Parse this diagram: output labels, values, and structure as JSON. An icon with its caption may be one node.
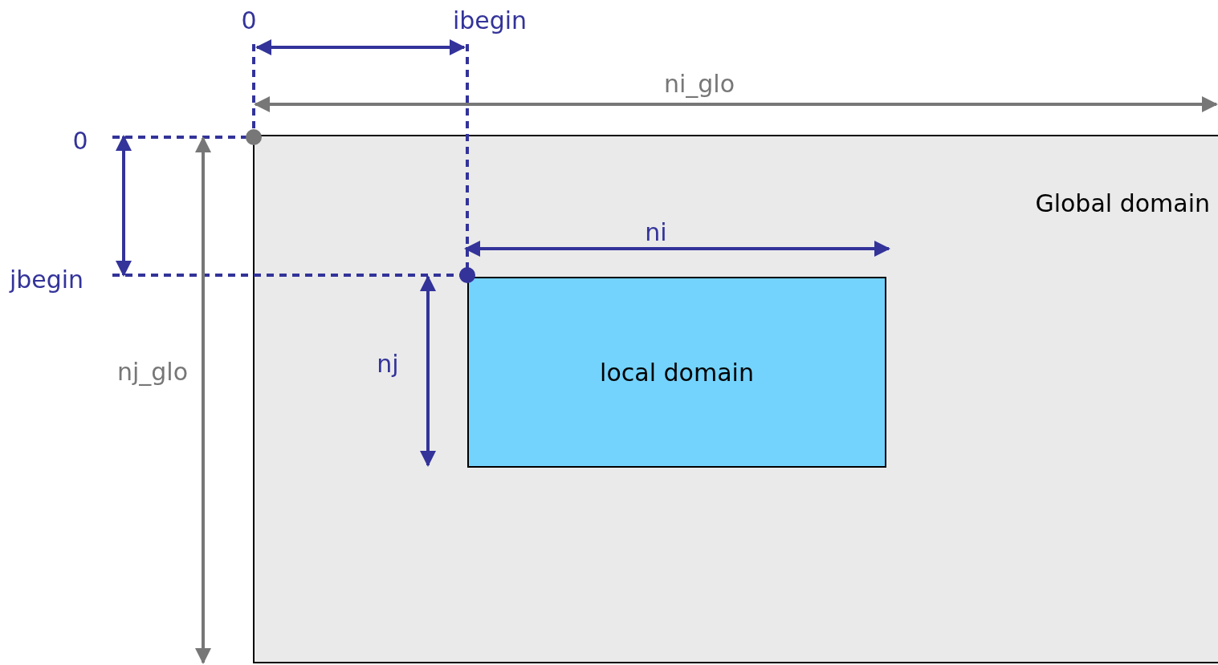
{
  "diagram": {
    "nodes": [
      {
        "text": [
          "Global domain"
        ]
      },
      {
        "text": [
          "local domain"
        ],
        "in": 0
      }
    ],
    "labels": [
      "0",
      "ibegin",
      "ni_glo",
      "0",
      "ni",
      "jbegin",
      "nj_glo",
      "nj"
    ]
  }
}
